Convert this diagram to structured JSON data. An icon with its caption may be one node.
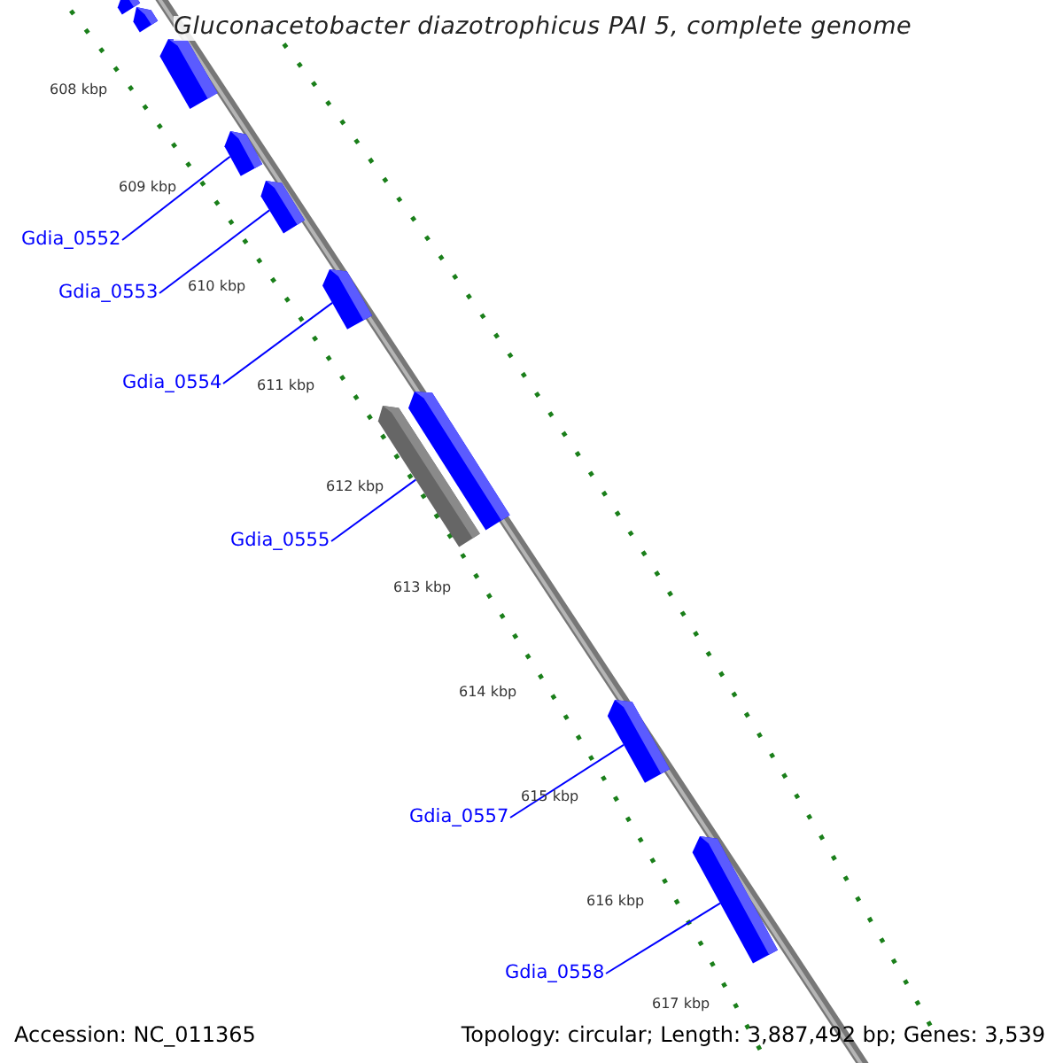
{
  "diagram": {
    "title": "Gluconacetobacter diazotrophicus PAI 5, complete genome",
    "nodes": [
      {
        "text": [],
        "shape": "pentagon"
      },
      {
        "text": [],
        "shape": "pentagon"
      },
      {
        "text": [],
        "shape": "pentagon"
      },
      {
        "text": [],
        "shape": "pentagon"
      },
      {
        "text": [],
        "shape": "pentagon"
      },
      {
        "text": [
          "Gdia_0552"
        ]
      },
      {
        "text": [
          "Gdia_0553"
        ]
      },
      {
        "text": [],
        "shape": "pentagon"
      },
      {
        "text": [
          "Gdia_0554"
        ]
      },
      {
        "text": [],
        "shape": "pentagon"
      },
      {
        "text": [],
        "shape": "pentagon"
      },
      {
        "text": [
          "Gdia_0555"
        ]
      },
      {
        "text": [],
        "shape": "pentagon"
      },
      {
        "text": [
          "Gdia_0557"
        ]
      },
      {
        "text": [],
        "shape": "pentagon"
      },
      {
        "text": [
          "Gdia_0558"
        ]
      }
    ],
    "edges": [
      {
        "from": 5,
        "to": 3,
        "arrow": "none"
      },
      {
        "from": 6,
        "to": 4,
        "arrow": "none"
      },
      {
        "from": 8,
        "to": 7,
        "arrow": "none"
      },
      {
        "from": 11,
        "to": 9,
        "arrow": "none"
      },
      {
        "from": 13,
        "to": 12,
        "arrow": "none"
      },
      {
        "from": 15,
        "to": 14,
        "arrow": "none"
      }
    ],
    "labels": [
      "608 kbp",
      "609 kbp",
      "610 kbp",
      "611 kbp",
      "612 kbp",
      "613 kbp",
      "614 kbp",
      "615 kbp",
      "616 kbp",
      "617 kbp",
      "Accession: NC_011365",
      "Topology: circular; Length: 3,887,492 bp; Genes: 3,539"
    ]
  }
}
